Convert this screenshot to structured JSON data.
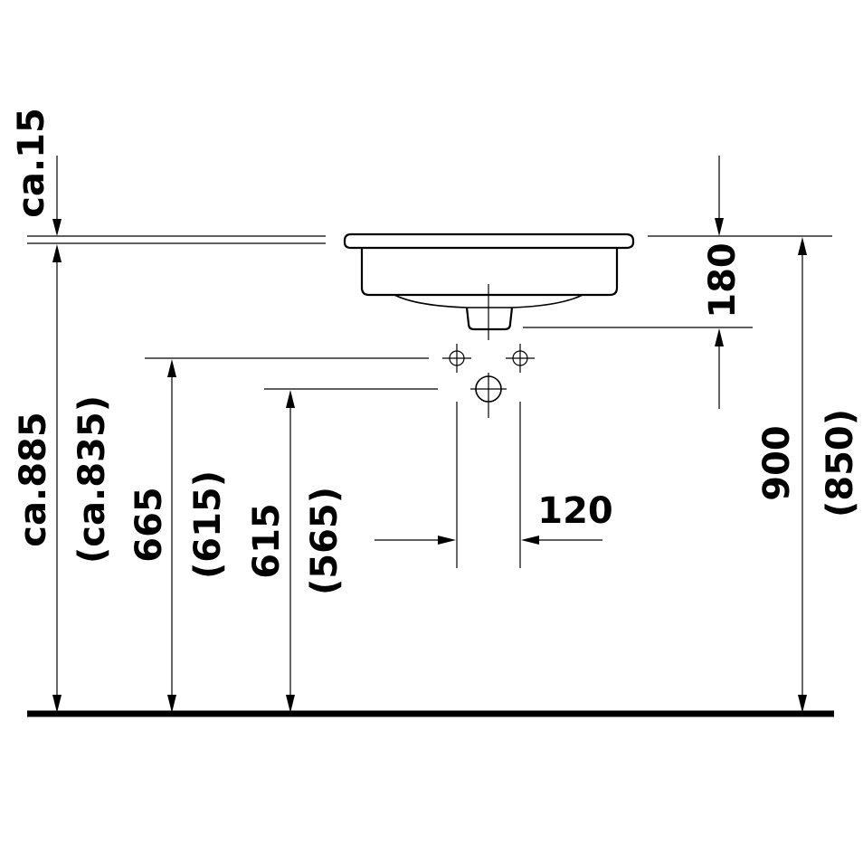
{
  "dimensions": {
    "rim_thickness": "ca.15",
    "rim_height": "ca.885",
    "rim_height_alt": "(ca.835)",
    "tap_hole_height": "665",
    "tap_hole_height_alt": "(615)",
    "waste_height": "615",
    "waste_height_alt": "(565)",
    "bowl_depth": "180",
    "hole_spacing": "120",
    "top_height": "900",
    "top_height_alt": "(850)"
  }
}
